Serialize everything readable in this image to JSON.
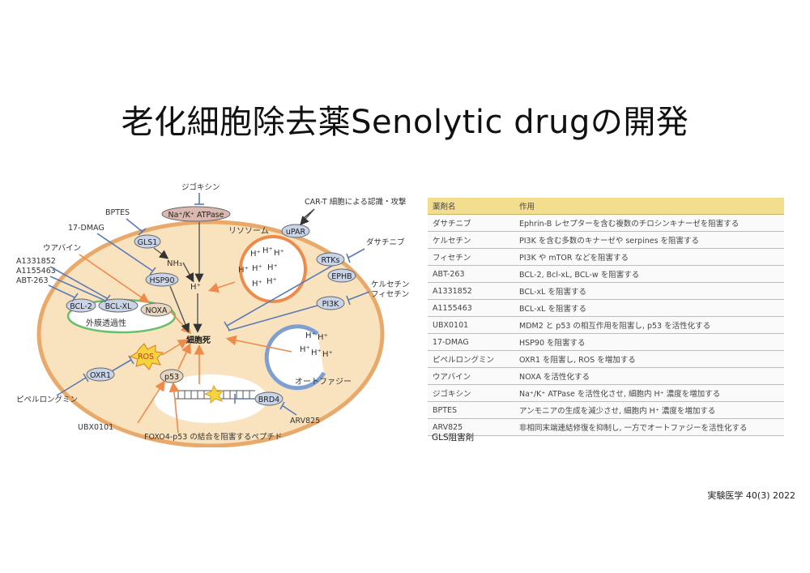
{
  "title": "老化細胞除去薬Senolytic drugの開発",
  "diagram": {
    "labels": {
      "digoxin": "ジゴキシン",
      "atpase": "Na⁺/K⁺ ATPase",
      "cart": "CAR-T 細胞による認識・攻撃",
      "bptes": "BPTES",
      "gls1": "GLS1",
      "dmag": "17-DMAG",
      "lysosome": "リソソーム",
      "upar": "uPAR",
      "nh3": "NH₃",
      "hsp90": "HSP90",
      "hplus": "H⁺",
      "ouabain": "ウアバイン",
      "a1331852": "A1331852",
      "a1155463": "A1155463",
      "abt263": "ABT-263",
      "dasatinib": "ダサチニブ",
      "rtks": "RTKs",
      "ephb": "EPHB",
      "quercetin": "ケルセチン",
      "fisetin": "フィセチン",
      "pi3k": "PI3K",
      "bcl2": "BCL-2",
      "bclxl": "BCL-XL",
      "noxa": "NOXA",
      "mom": "外膜透過性",
      "celldeath": "細胞死",
      "ros": "ROS",
      "oxr1": "OXR1",
      "piperlongumine": "ピペルロングミン",
      "p53": "p53",
      "autophagy": "オートファジー",
      "brd4": "BRD4",
      "arv825": "ARV825",
      "ubx0101": "UBX0101",
      "foxo4": "FOXO4-p53 の結合を阻害するペプチド"
    }
  },
  "table": {
    "headers": [
      "薬剤名",
      "作用"
    ],
    "rows": [
      [
        "ダサチニブ",
        "Ephrin-B レセプターを含む複数のチロシンキナーゼを阻害する"
      ],
      [
        "ケルセチン",
        "PI3K を含む多数のキナーゼや serpines を阻害する"
      ],
      [
        "フィセチン",
        "PI3K や mTOR などを阻害する"
      ],
      [
        "ABT-263",
        "BCL-2, Bcl-xL, BCL-w を阻害する"
      ],
      [
        "A1331852",
        "BCL-xL を阻害する"
      ],
      [
        "A1155463",
        "BCL-xL を阻害する"
      ],
      [
        "UBX0101",
        "MDM2 と p53 の相互作用を阻害し, p53 を活性化する"
      ],
      [
        "17-DMAG",
        "HSP90 を阻害する"
      ],
      [
        "ピペルロングミン",
        "OXR1 を阻害し, ROS を増加する"
      ],
      [
        "ウアバイン",
        "NOXA を活性化する"
      ],
      [
        "ジゴキシン",
        "Na⁺/K⁺ ATPase を活性化させ, 細胞内 H⁺ 濃度を増加する"
      ],
      [
        "BPTES",
        "アンモニアの生成を減少させ, 細胞内 H⁺ 濃度を増加する"
      ],
      [
        "ARV825",
        "非相同末端連結修復を抑制し, 一方でオートファジーを活性化する"
      ]
    ]
  },
  "note": "GLS阻害剤",
  "citation": "実験医学 40(3) 2022",
  "colors": {
    "cell_fill": "#f9e3bf",
    "cell_border": "#e8a96a",
    "inhibit": "#5a7bb5",
    "activate": "#ee8a4a",
    "header": "#f3dd8e"
  }
}
